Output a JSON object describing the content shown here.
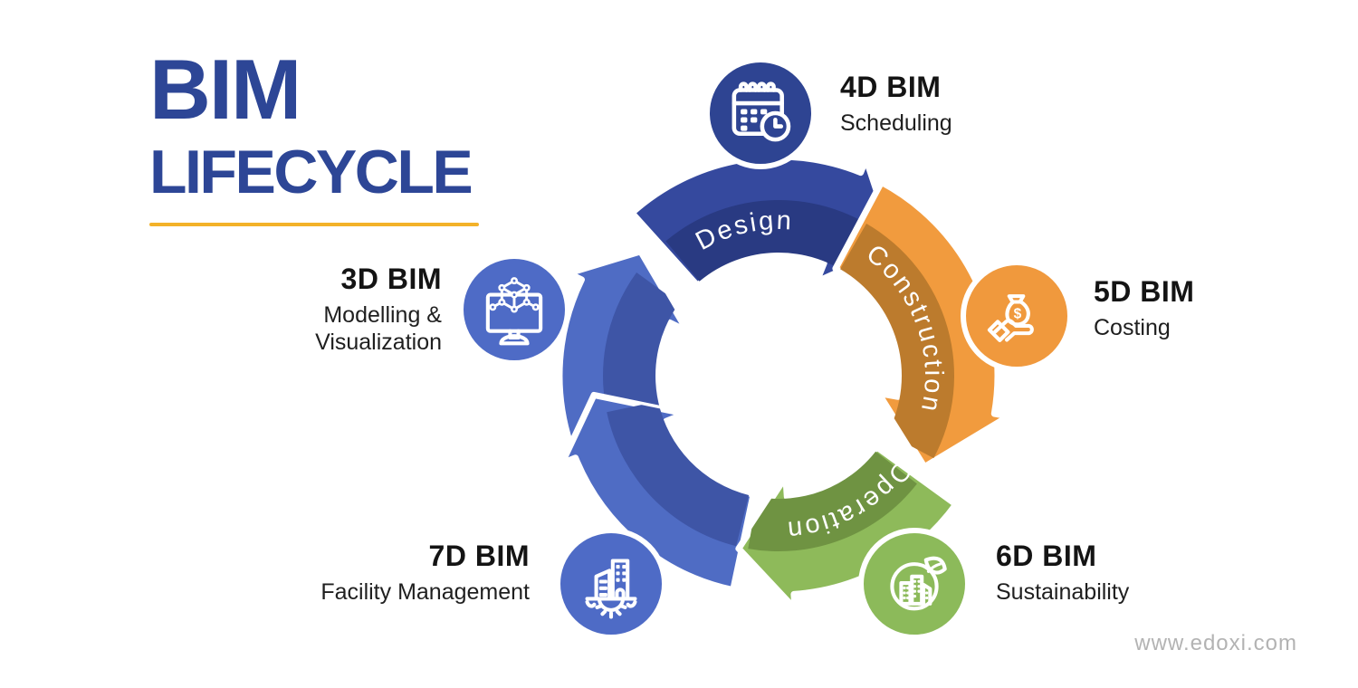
{
  "title": {
    "line1": "BIM",
    "line2": "LIFECYCLE"
  },
  "watermark": "www.edoxi.com",
  "colors": {
    "heading_blue": "#2d4696",
    "underline_gold": "#f3b229",
    "navy": "#2e4492",
    "orange": "#f0993d",
    "green": "#8cba5a",
    "blue": "#4e6bc6",
    "label_text": "#141414",
    "arc_text": "#ffffff"
  },
  "cycle": {
    "segments": [
      {
        "name": "blue-return-upper",
        "label": "",
        "body": [
          252,
          296
        ],
        "tip": 312,
        "tip_radius": 205,
        "band_extend": 10,
        "color_light": "#4f6cc4",
        "color_dark": "#3e55a6"
      },
      {
        "name": "design",
        "label": "Design",
        "body": [
          -42,
          22
        ],
        "tip": 42,
        "tip_radius": 192,
        "band_extend": 16,
        "text_arc": [
          -60,
          34
        ],
        "color_light": "#35499e",
        "color_dark": "#293a82"
      },
      {
        "name": "construction",
        "label": "Construction",
        "body": [
          28,
          100
        ],
        "tip": 122,
        "tip_radius": 190,
        "band_extend": 18,
        "text_arc": [
          26,
          114
        ],
        "color_light": "#f19b3e",
        "color_dark": "#bc7b2d"
      },
      {
        "name": "blue-return-lower",
        "label": "",
        "body": [
          192,
          248
        ],
        "tip": 264,
        "tip_radius": 205,
        "band_extend": 10,
        "color_light": "#4f6cc4",
        "color_dark": "#3e55a6"
      },
      {
        "name": "operation",
        "label": "Operation",
        "body": [
          126,
          176
        ],
        "tip": 193,
        "tip_radius": 196,
        "band_extend": 14,
        "text_arc": [
          116,
          186
        ],
        "color_light": "#8eba5a",
        "color_dark": "#6f9342"
      }
    ]
  },
  "nodes": [
    {
      "id": "4d",
      "label": "4D BIM",
      "sublabel": "Scheduling",
      "icon": "calendar-clock-icon",
      "color": "#2e4492"
    },
    {
      "id": "5d",
      "label": "5D BIM",
      "sublabel": "Costing",
      "icon": "money-hand-icon",
      "color": "#f0993d"
    },
    {
      "id": "6d",
      "label": "6D BIM",
      "sublabel": "Sustainability",
      "icon": "eco-building-icon",
      "color": "#8cba5a"
    },
    {
      "id": "7d",
      "label": "7D BIM",
      "sublabel": "Facility Management",
      "icon": "building-gear-icon",
      "color": "#4e6bc6"
    },
    {
      "id": "3d",
      "label": "3D BIM",
      "sublabel": "Modelling &\nVisualization",
      "icon": "monitor-3d-model-icon",
      "color": "#4e6bc6"
    }
  ]
}
